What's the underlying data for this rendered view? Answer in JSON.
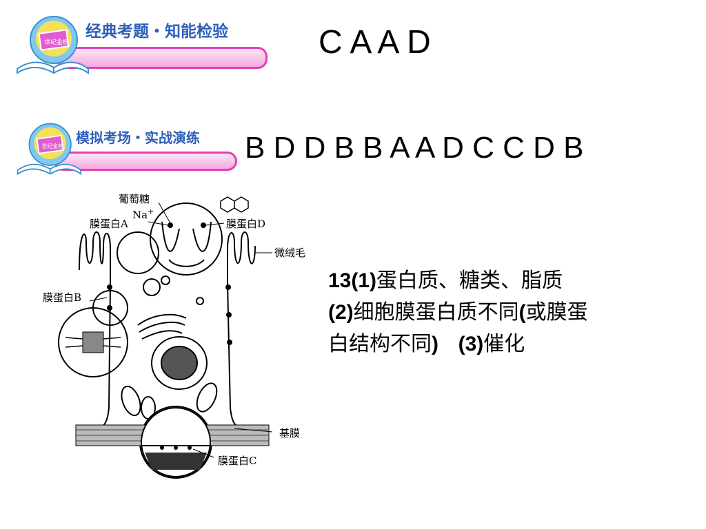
{
  "banner1": {
    "title": "经典考题・知能检验",
    "logo_text": "世纪金榜"
  },
  "answers1": "C  A  A  D",
  "banner2": {
    "title": "模拟考场・实战演练",
    "logo_text": "世纪金榜"
  },
  "answers2": "B D D B B   A A D C C   D B",
  "diagram": {
    "labels": {
      "glucose": "葡萄糖",
      "na": "Na",
      "na_sup": "+",
      "protein_a": "膜蛋白A",
      "protein_d": "膜蛋白D",
      "microvilli": "微绒毛",
      "protein_b": "膜蛋白B",
      "basement": "基膜",
      "protein_c": "膜蛋白C"
    }
  },
  "explanation": {
    "l1_num": "13(1)",
    "l1_text": "蛋白质、糖类、脂质",
    "l2_num": "(2)",
    "l2_text": "细胞膜蛋白质不同",
    "l2_paren": "(",
    "l2_text2": "或膜蛋",
    "l3_text": "白结构不同",
    "l3_close": ")",
    "l3_num": "(3)",
    "l3_text2": "催化"
  }
}
